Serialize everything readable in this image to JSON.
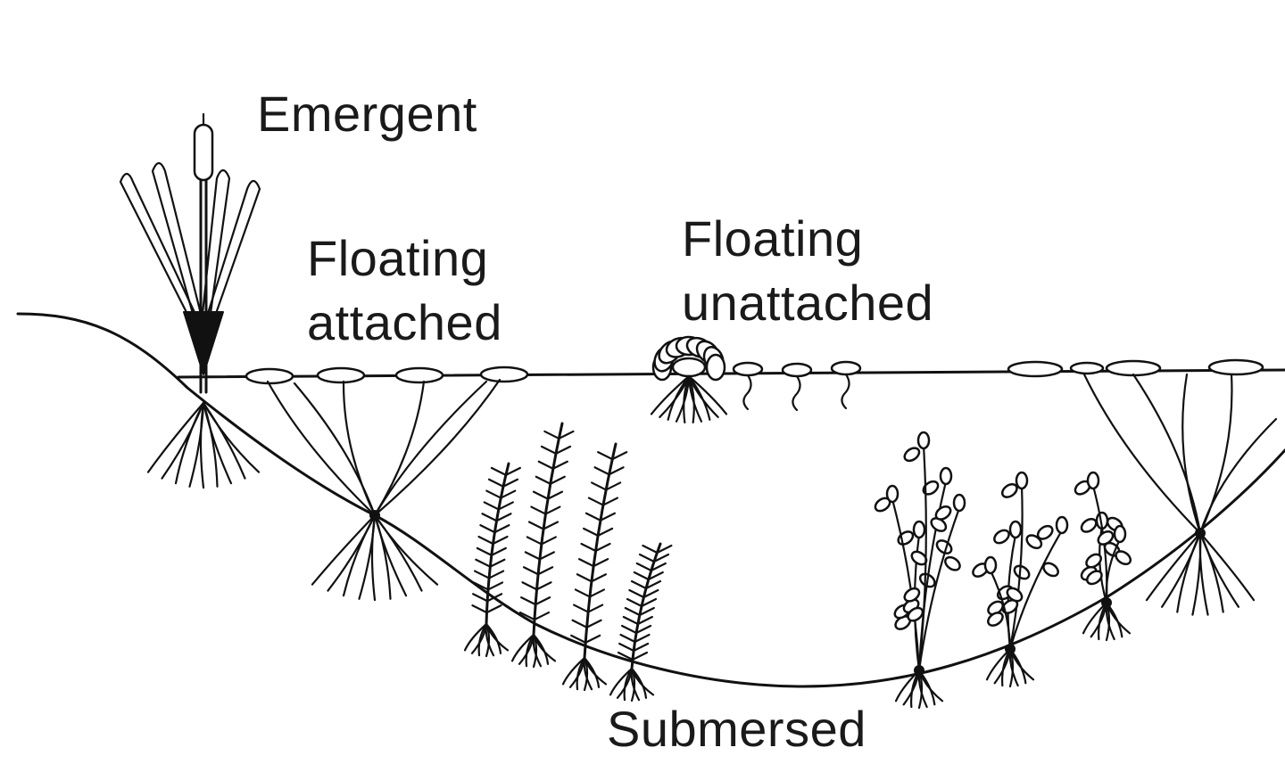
{
  "diagram": {
    "labels": {
      "emergent": "Emergent",
      "floating_attached": [
        "Floating",
        "attached"
      ],
      "floating_unattached": [
        "Floating",
        "unattached"
      ],
      "submersed": "Submersed"
    }
  }
}
